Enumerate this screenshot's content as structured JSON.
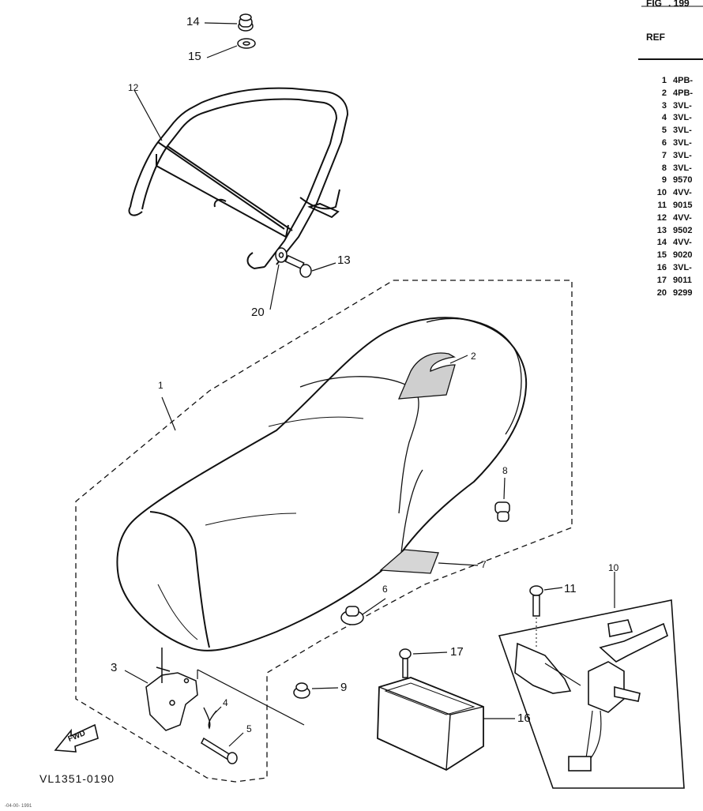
{
  "header": {
    "fig_label": "FIG",
    "fig_value": ". 199",
    "ref_label": "REF"
  },
  "table": {
    "rows": [
      {
        "ref": "1",
        "part": "4PB-"
      },
      {
        "ref": "2",
        "part": "4PB-"
      },
      {
        "ref": "3",
        "part": "3VL-"
      },
      {
        "ref": "4",
        "part": "3VL-"
      },
      {
        "ref": "5",
        "part": "3VL-"
      },
      {
        "ref": "6",
        "part": "3VL-"
      },
      {
        "ref": "7",
        "part": "3VL-"
      },
      {
        "ref": "8",
        "part": "3VL-"
      },
      {
        "ref": "9",
        "part": "9570"
      },
      {
        "ref": "10",
        "part": "4VV-"
      },
      {
        "ref": "11",
        "part": "9015"
      },
      {
        "ref": "12",
        "part": "4VV-"
      },
      {
        "ref": "13",
        "part": "9502"
      },
      {
        "ref": "14",
        "part": "4VV-"
      },
      {
        "ref": "15",
        "part": "9020"
      },
      {
        "ref": "16",
        "part": "3VL-"
      },
      {
        "ref": "17",
        "part": "9011"
      },
      {
        "ref": "20",
        "part": "9299"
      }
    ]
  },
  "callouts": {
    "c1": "1",
    "c2": "2",
    "c3": "3",
    "c4": "4",
    "c5": "5",
    "c6": "6",
    "c7": "7",
    "c8": "8",
    "c9": "9",
    "c10": "10",
    "c11": "11",
    "c12": "12",
    "c13": "13",
    "c14": "14",
    "c15": "15",
    "c16": "16",
    "c17": "17",
    "c20": "20"
  },
  "fwd_label": "FWD",
  "drawing_code": "VL1351-0190",
  "footer_code": "-04-00- 1991"
}
